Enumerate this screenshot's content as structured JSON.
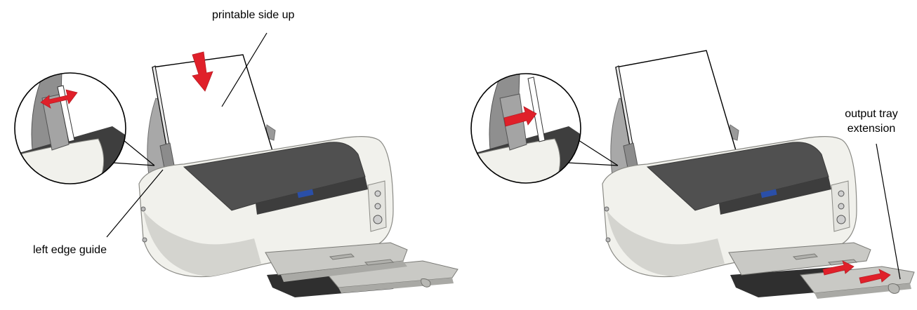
{
  "left_panel": {
    "label_paper": "printable side up",
    "label_guide": "left edge guide"
  },
  "right_panel": {
    "label_tray_line1": "output tray",
    "label_tray_line2": "extension"
  },
  "colors": {
    "arrow_red": "#e0202a",
    "printer_body": "#f1f1ec",
    "printer_shade": "#d4d4cf",
    "printer_dark": "#3a3a3a",
    "lid_dark": "#505050",
    "support_gray": "#a8a8a8",
    "tray_gray": "#c9c9c5",
    "badge_blue": "#2a4fa8",
    "paper": "#ffffff"
  },
  "icons": [
    "red-arrow-down-icon",
    "red-double-arrow-icon",
    "red-arrow-right-icon"
  ]
}
